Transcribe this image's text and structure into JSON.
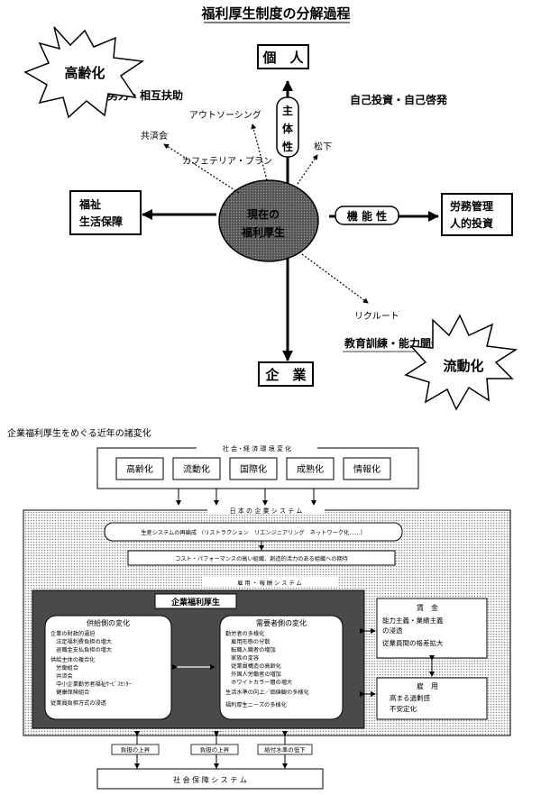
{
  "top": {
    "title": "福利厚生制度の分解過程",
    "nodes": {
      "kojin": "個　人",
      "kigyo": "企　業",
      "fukushi_l1": "福祉",
      "fukushi_l2": "生活保障",
      "romu_l1": "労務管理",
      "romu_l2": "人的投資",
      "center_l1": "現在の",
      "center_l2": "福利厚生",
      "shutaisei": [
        "主",
        "体",
        "性"
      ],
      "kinosei": "機 能 性"
    },
    "bursts": {
      "koreika": "高齢化",
      "ryudoka": "流動化"
    },
    "labels": {
      "jijo": "自助努力・相互扶助",
      "jiko": "自己投資・自己啓発",
      "kyoiku": "教育訓練・能力開発",
      "outsourcing": "アウトソーシング",
      "kyosaikai": "共済会",
      "cafeteria": "カフェテリア・プラン",
      "matsushita": "松下",
      "recruit": "リクルート"
    }
  },
  "bottom": {
    "title": "企業福利厚生をめぐる近年の諸変化",
    "env": {
      "label": "社 会・経 済 環 境 変 化",
      "items": [
        "高齢化",
        "流動化",
        "国際化",
        "成熟化",
        "情報化"
      ]
    },
    "japan_system": "日 本 の 企 業 シ ス テ ム",
    "restructure": "生産システムの再編成 （リストラクション　リエンジニアリング　ネットワーク化……）",
    "cost": "コスト・パフォーマンスの高い組織、創造的活力のある組織への期待",
    "employment_system": "雇 用 ・ 報 酬 シ ス テ ム",
    "welfare_title": "企業福利厚生",
    "supply": {
      "title": "供給側の変化",
      "lines": [
        "企業の財政的逼迫",
        "　法定福利費負担の増大",
        "　退職金支払負担の増大",
        "供給主体の複合化",
        "　労働組合",
        "　共済会",
        "　中小企業勤労者福祉ｻｰﾋﾞｽｾﾝﾀｰ",
        "　健康保険組合",
        "従業員負担方式の浸透"
      ]
    },
    "demand": {
      "title": "需要者側の変化",
      "lines": [
        "勤労者の多様化",
        "　雇用形態の分散",
        "　転職入職者の増加",
        "　家族の変容",
        "　従業員構造の高齢化",
        "　外国人労働者の増加",
        "　ホワイトカラー層の増大",
        "生活水準の向上／価値観の多様化",
        "福利厚生ニーズの多様化"
      ]
    },
    "wage": {
      "title": "賃　金",
      "lines": [
        "能力主義・業績主義",
        "の浸透",
        "従業員間の格差拡大"
      ]
    },
    "employ": {
      "title": "雇　用",
      "lines": [
        "高まる過剰感",
        "不安定化"
      ]
    },
    "bottom_labels": [
      "負担の上昇",
      "負担の上昇",
      "給付水準の低下"
    ],
    "social_security": "社 会 保 障 シ ス テ ム"
  }
}
